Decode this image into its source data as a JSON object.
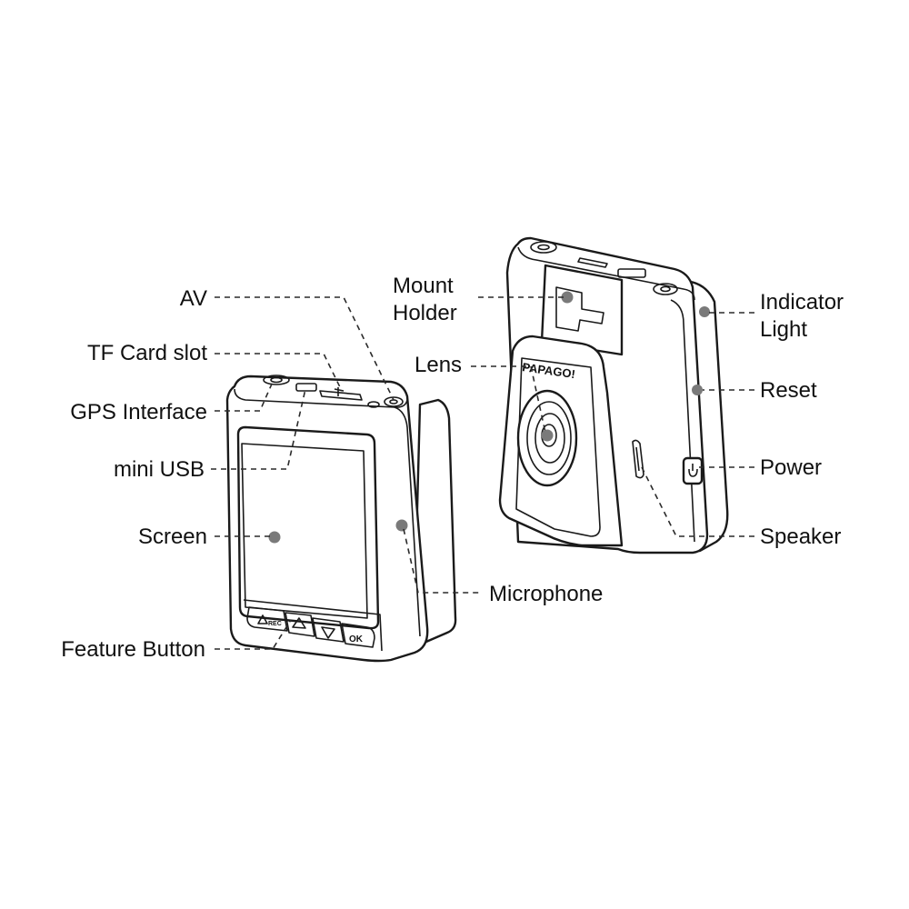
{
  "labels": {
    "av": "AV",
    "tf_card_slot": "TF Card slot",
    "gps_interface": "GPS Interface",
    "mini_usb": "mini USB",
    "screen": "Screen",
    "feature_button": "Feature Button",
    "mount_holder_line1": "Mount",
    "mount_holder_line2": "Holder",
    "lens": "Lens",
    "microphone": "Microphone",
    "indicator_light_line1": "Indicator",
    "indicator_light_line2": "Light",
    "reset": "Reset",
    "power": "Power",
    "speaker": "Speaker"
  },
  "device": {
    "brand_text": "PAPAGO!",
    "button_rec": "REC",
    "button_ok": "OK"
  },
  "colors": {
    "outline": "#1a1a1a",
    "marker_dot": "#7a7a7a",
    "text": "#111111"
  }
}
